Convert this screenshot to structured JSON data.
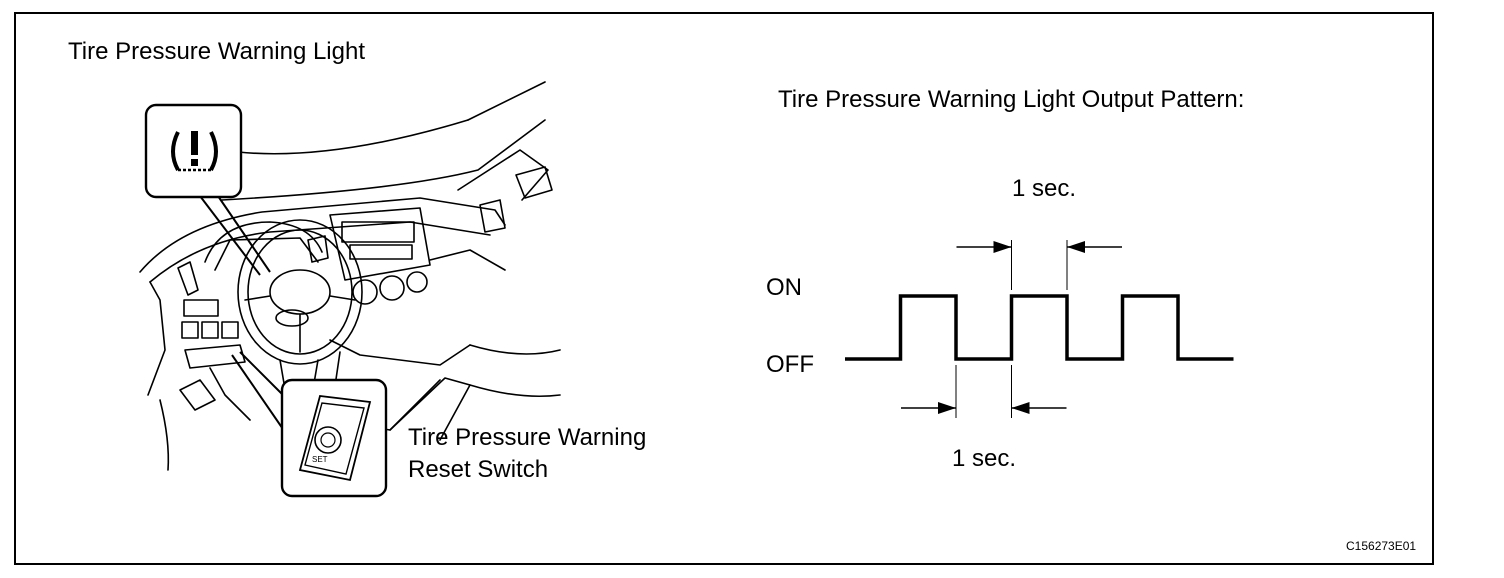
{
  "labels": {
    "light_title": "Tire Pressure Warning Light",
    "pattern_title": "Tire Pressure Warning Light Output Pattern:",
    "reset_line1": "Tire Pressure Warning",
    "reset_line2": "Reset Switch",
    "on": "ON",
    "off": "OFF",
    "interval_top": "1 sec.",
    "interval_bottom": "1 sec.",
    "figure_code": "C156273E01",
    "switch_button_text": "SET"
  },
  "icons": [
    "tpms-warning-icon",
    "reset-switch-icon",
    "dashboard-illustration"
  ],
  "chart_data": {
    "type": "line",
    "x": [
      0,
      1,
      1,
      2,
      2,
      3,
      3,
      4,
      4,
      5,
      5,
      6,
      6,
      7
    ],
    "series": [
      {
        "values": [
          0,
          0,
          1,
          1,
          0,
          0,
          1,
          1,
          0,
          0,
          1,
          1,
          0,
          0
        ]
      }
    ],
    "ylabels": [
      "OFF",
      "ON"
    ],
    "annotations": [
      "1 sec.",
      "1 sec."
    ]
  }
}
